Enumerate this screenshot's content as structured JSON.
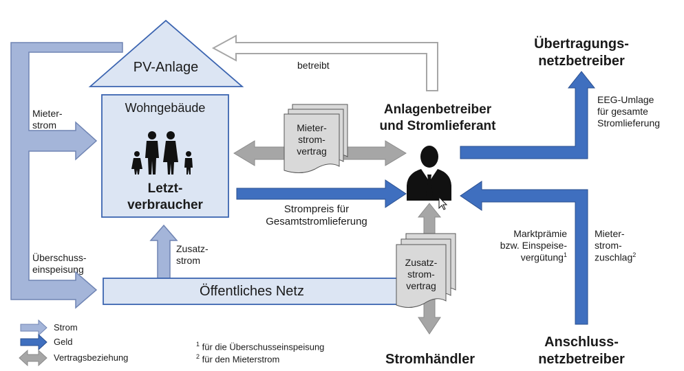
{
  "labels": {
    "pv_anlage": "PV-Anlage",
    "wohngebaeude": "Wohngebäude",
    "letztverbraucher_1": "Letzt-",
    "letztverbraucher_2": "verbraucher",
    "oeffentliches_netz": "Öffentliches Netz",
    "betreibt": "betreibt",
    "mieterstrom_1": "Mieter-",
    "mieterstrom_2": "strom",
    "ueberschuss_1": "Überschuss-",
    "ueberschuss_2": "einspeisung",
    "zusatzstrom_1": "Zusatz-",
    "zusatzstrom_2": "strom",
    "anlagenbetreiber_1": "Anlagenbetreiber",
    "anlagenbetreiber_2": "und Stromlieferant",
    "strompreis_1": "Strompreis für",
    "strompreis_2": "Gesamtstromlieferung",
    "uenb_1": "Übertragungs-",
    "uenb_2": "netzbetreiber",
    "eeg_1": "EEG-Umlage",
    "eeg_2": "für gesamte",
    "eeg_3": "Stromlieferung",
    "marktpraemie_1": "Marktprämie",
    "marktpraemie_2": "bzw. Einspeise-",
    "marktpraemie_3": "vergütung",
    "marktpraemie_sup": "1",
    "zuschlag_1": "Mieter-",
    "zuschlag_2": "strom-",
    "zuschlag_3": "zuschlag",
    "zuschlag_sup": "2",
    "anb_1": "Anschluss-",
    "anb_2": "netzbetreiber",
    "stromhaendler": "Stromhändler"
  },
  "documents": {
    "mieterstromvertrag": [
      "Mieter-",
      "strom-",
      "vertrag"
    ],
    "zusatzstromvertrag": [
      "Zusatz-",
      "strom-",
      "vertrag"
    ]
  },
  "legend": {
    "strom": "Strom",
    "geld": "Geld",
    "vertrag": "Vertragsbeziehung"
  },
  "footnotes": {
    "fn1_mark": "1",
    "fn1_text": "für die Überschusseinspeisung",
    "fn2_mark": "2",
    "fn2_text": "für den Mieterstrom"
  },
  "colors": {
    "strom": "#a4b5d9",
    "strom_stroke": "#6f84b3",
    "geld": "#3f6fbf",
    "geld_stroke": "#2a4f8f",
    "vertrag": "#a6a6a6",
    "vertrag_stroke": "#8a8a8a",
    "house_fill": "#dce5f3",
    "house_stroke": "#3b64b0"
  },
  "icons": {
    "family": "family-icon",
    "person": "businessman-icon",
    "cursor": "cursor-icon"
  }
}
